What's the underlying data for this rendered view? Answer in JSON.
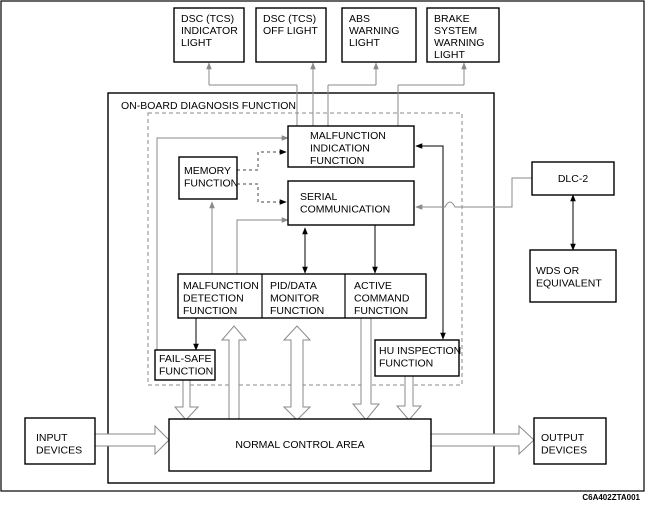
{
  "diagram": {
    "outer_label": "ON-BOARD DIAGNOSIS FUNCTION",
    "code": "C6A402ZTA001",
    "top_boxes": [
      {
        "id": "dsc_indicator",
        "lines": [
          "DSC (TCS)",
          "INDICATOR",
          "LIGHT"
        ]
      },
      {
        "id": "dsc_off",
        "lines": [
          "DSC (TCS)",
          "OFF LIGHT"
        ]
      },
      {
        "id": "abs_warning",
        "lines": [
          "ABS",
          "WARNING",
          "LIGHT"
        ]
      },
      {
        "id": "brake_warning",
        "lines": [
          "BRAKE",
          "SYSTEM",
          "WARNING",
          "LIGHT"
        ]
      }
    ],
    "malfunction_indication": [
      "MALFUNCTION",
      "INDICATION",
      "FUNCTION"
    ],
    "memory": [
      "MEMORY",
      "FUNCTION"
    ],
    "serial": [
      "SERIAL",
      "COMMUNICATION"
    ],
    "malfunction_detection": [
      "MALFUNCTION",
      "DETECTION",
      "FUNCTION"
    ],
    "pid_data": [
      "PID/DATA",
      "MONITOR",
      "FUNCTION"
    ],
    "active_command": [
      "ACTIVE",
      "COMMAND",
      "FUNCTION"
    ],
    "fail_safe": [
      "FAIL-SAFE",
      "FUNCTION"
    ],
    "hu_inspection": [
      "HU INSPECTION",
      "FUNCTION"
    ],
    "dlc": [
      "DLC-2"
    ],
    "wds": [
      "WDS OR",
      "EQUIVALENT"
    ],
    "input": [
      "INPUT",
      "DEVICES"
    ],
    "output": [
      "OUTPUT",
      "DEVICES"
    ],
    "normal_control": [
      "NORMAL CONTROL AREA"
    ]
  }
}
